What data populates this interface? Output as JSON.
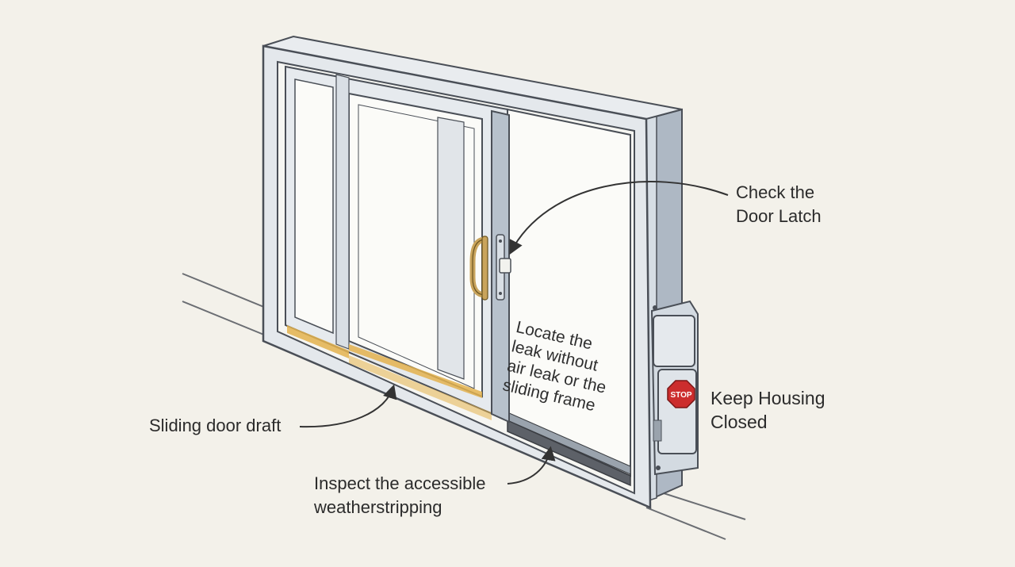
{
  "labels": {
    "latch": [
      "Check the",
      "Door Latch"
    ],
    "housing": [
      "Keep Housing",
      "Closed"
    ],
    "draft": "Sliding door draft",
    "weatherstripping": [
      "Inspect the accessible",
      "weatherstripping"
    ],
    "glass_note": [
      "Locate the",
      "leak without",
      "air leak or the",
      "sliding frame"
    ],
    "stop_sign": "STOP"
  },
  "colors": {
    "background": "#f3f1ea",
    "frame_fill": "#e4e8ec",
    "frame_shadow": "#aeb8c4",
    "outline": "#4a4f57",
    "handle": "#c9a45c",
    "weatherstrip": "#e3b24d",
    "stop": "#cc2d2d"
  }
}
